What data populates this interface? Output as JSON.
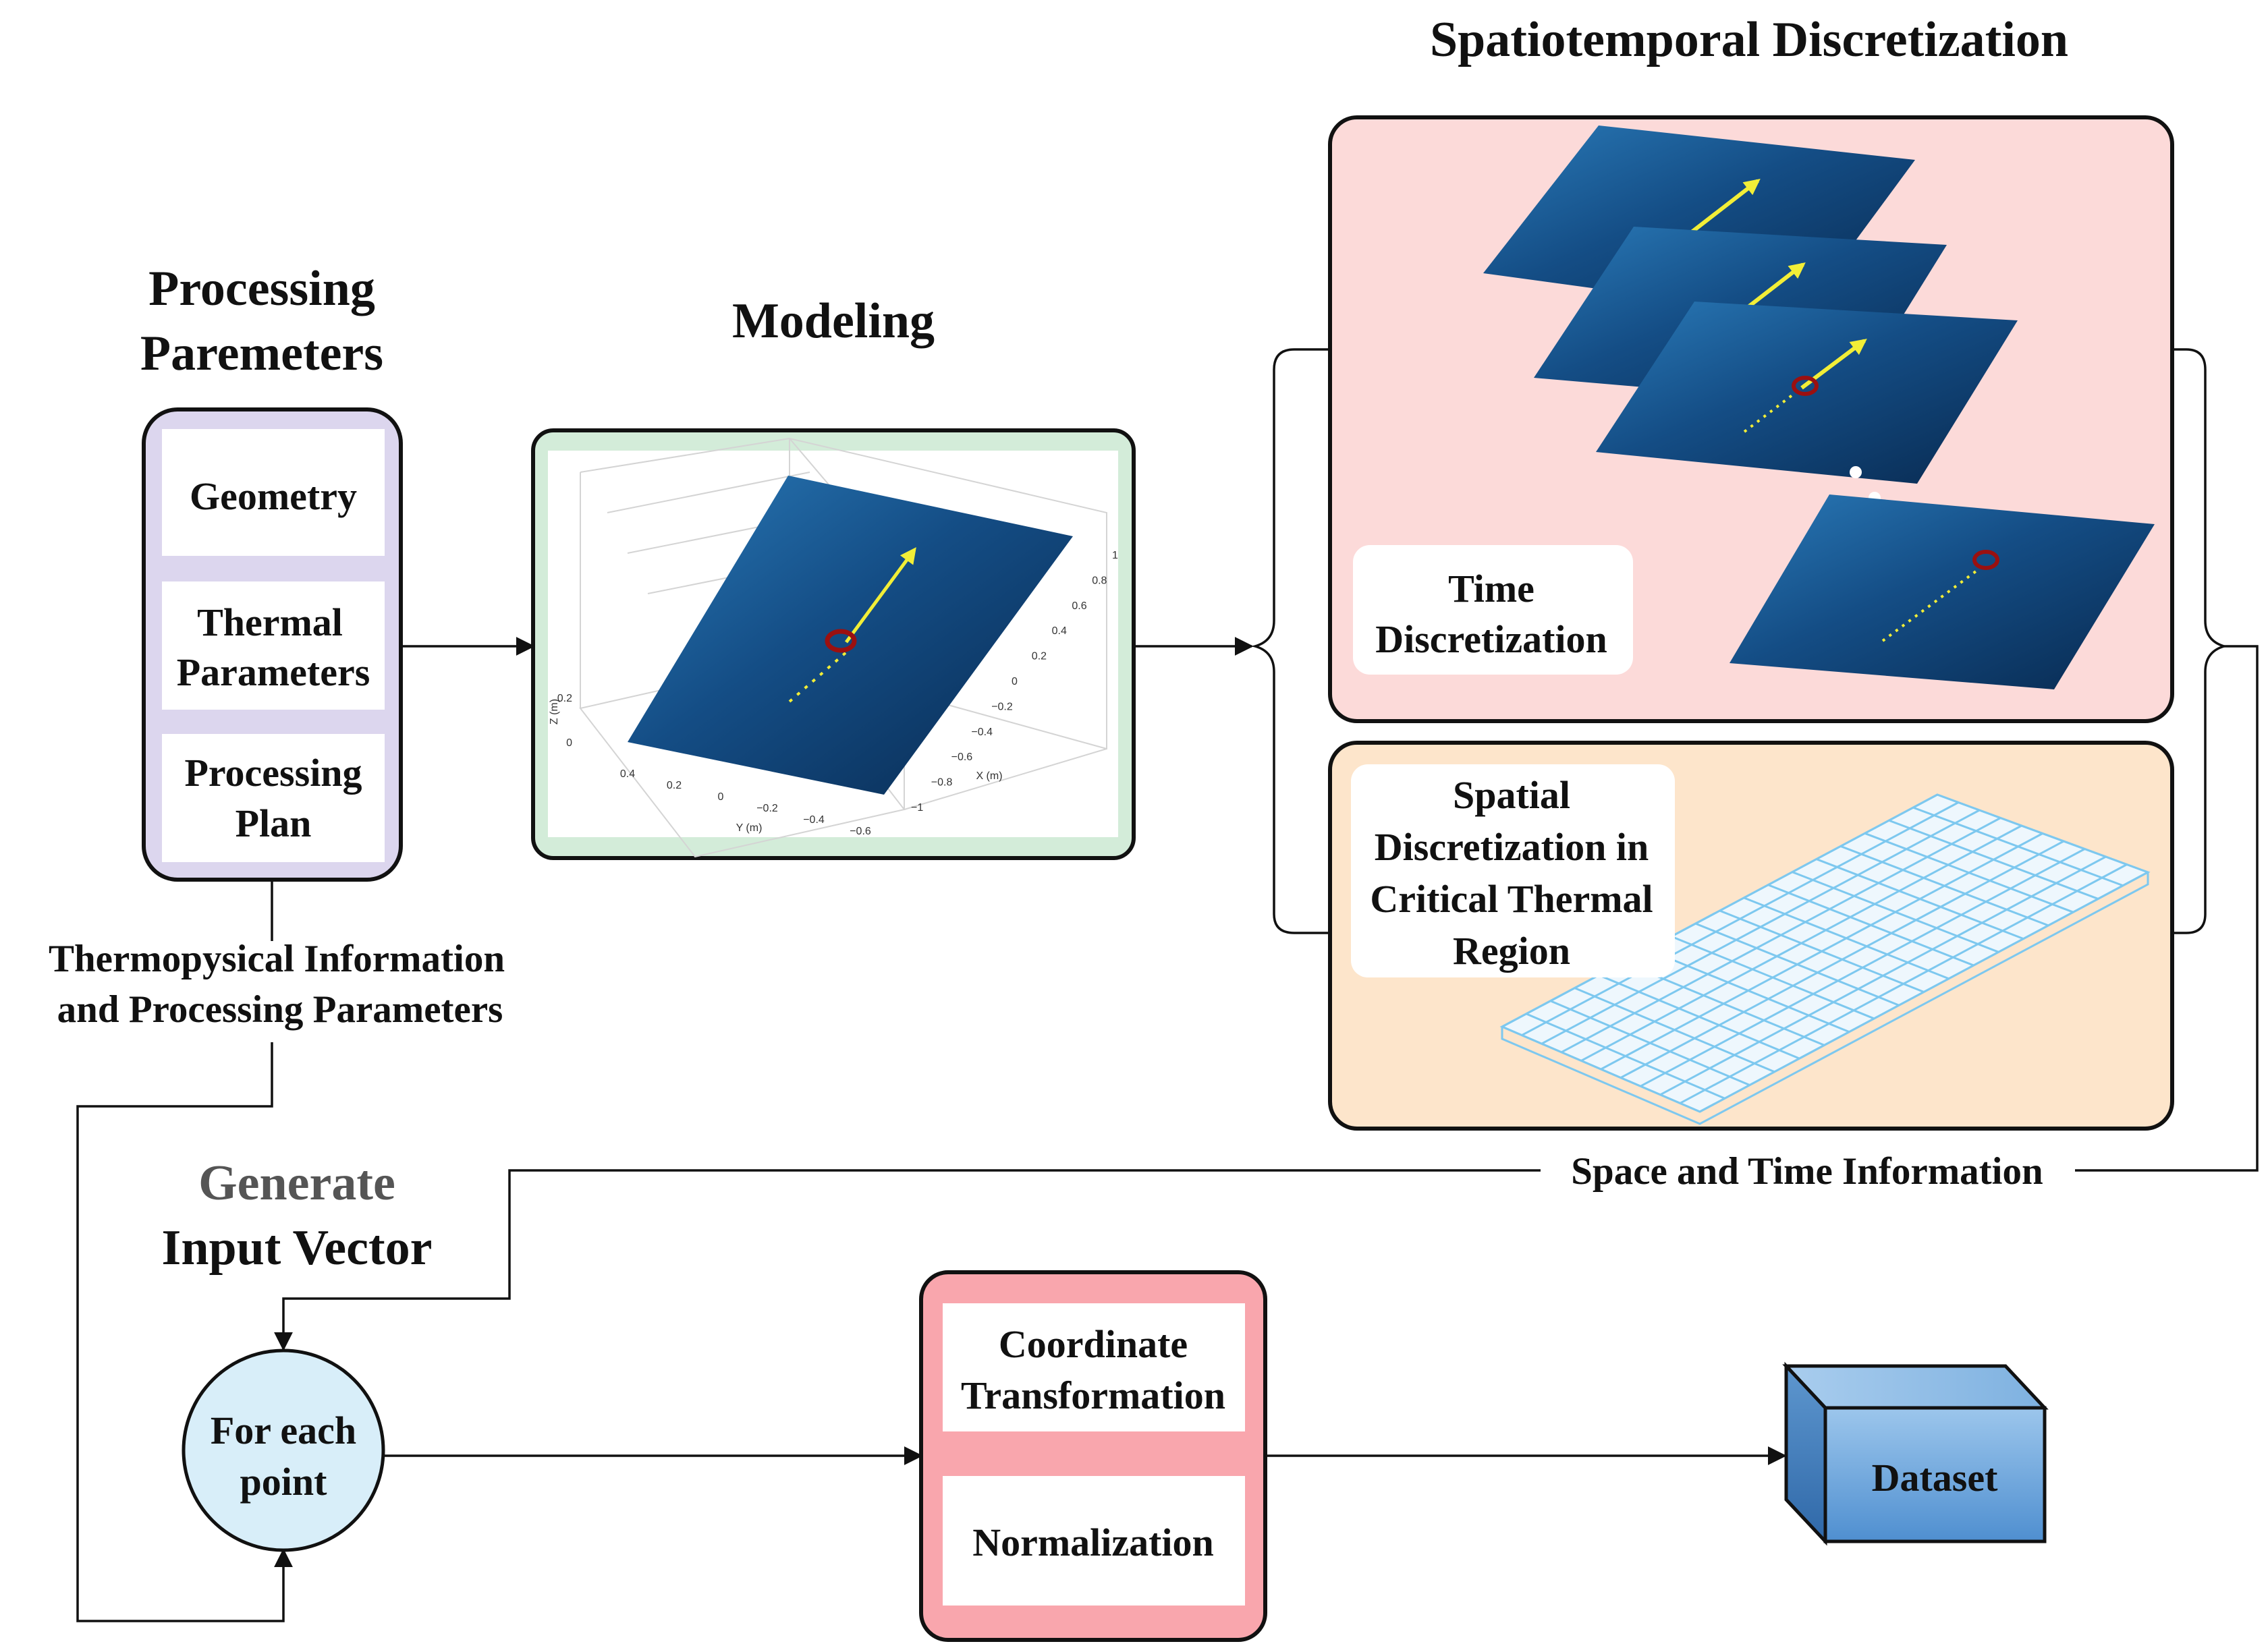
{
  "processing": {
    "title_line1": "Processing",
    "title_line2": "Paremeters",
    "geometry": "Geometry",
    "thermal_line1": "Thermal",
    "thermal_line2": "Parameters",
    "plan_line1": "Processing",
    "plan_line2": "Plan"
  },
  "modeling": {
    "title": "Modeling",
    "plot": {
      "z_label": "Z (m)",
      "x_label": "X (m)",
      "y_label": "Y (m)",
      "z_ticks": [
        "0",
        "0.2"
      ],
      "x_ticks": [
        "1",
        "0.8",
        "0.6",
        "0.4",
        "0.2",
        "0",
        "−0.2",
        "−0.4",
        "−0.6",
        "−0.8",
        "−1"
      ],
      "y_ticks": [
        "0.4",
        "0.2",
        "0",
        "−0.2",
        "−0.4",
        "−0.6"
      ]
    }
  },
  "spatiotemporal": {
    "title": "Spatiotemporal Discretization",
    "time_line1": "Time",
    "time_line2": "Discretization",
    "spatial_line1": "Spatial",
    "spatial_line2": "Discretization in",
    "spatial_line3": "Critical Thermal",
    "spatial_line4": "Region"
  },
  "connectors": {
    "thermo_line1": "Thermopysical Information",
    "thermo_line2": "and Processing Parameters",
    "space_time": "Space and Time Information"
  },
  "generate": {
    "title_line1": "Generate",
    "title_line2": "Input Vector",
    "node_line1": "For each",
    "node_line2": "point"
  },
  "transform": {
    "coord_line1": "Coordinate",
    "coord_line2": "Transformation",
    "normalization": "Normalization"
  },
  "dataset": {
    "label": "Dataset"
  },
  "colors": {
    "processing_fill": "#dcd6ee",
    "processing_border": "#111111",
    "modeling_fill": "#d3ecd9",
    "time_fill": "#fcdad9",
    "spatial_fill": "#fde5cb",
    "node_fill": "#d8eef9",
    "transform_fill": "#f9a6ad",
    "dataset_fill": "#6aa3d8",
    "plate_dark": "#0b2d55",
    "plate_light": "#1f6aa6",
    "laser_arrow": "#f2ee37",
    "grid_line": "#7dc8ef"
  }
}
